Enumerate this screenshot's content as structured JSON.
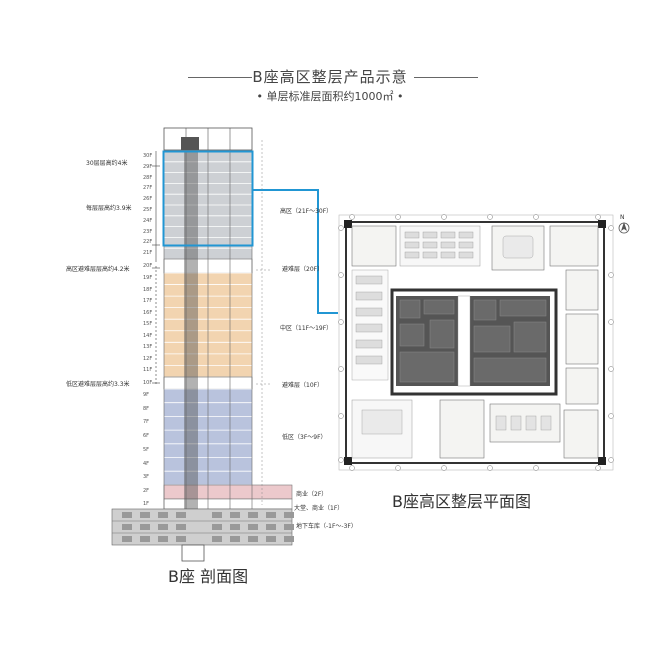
{
  "header": {
    "title": "B座高区整层产品示意",
    "subtitle": "• 单层标准层面积约1000㎡ •"
  },
  "section": {
    "caption": "B座 剖面图",
    "left_labels": [
      {
        "text": "30层层高约4米"
      },
      {
        "text": "每层层高约3.9米"
      },
      {
        "text": "高区避难层层高约4.2米"
      },
      {
        "text": "低区避难层层高约3.3米"
      }
    ],
    "floor_labels": [
      "30F",
      "29F",
      "28F",
      "27F",
      "26F",
      "25F",
      "24F",
      "23F",
      "22F",
      "21F",
      "20F",
      "19F",
      "18F",
      "17F",
      "16F",
      "15F",
      "14F",
      "13F",
      "12F",
      "11F",
      "10F",
      "9F",
      "8F",
      "7F",
      "6F",
      "5F",
      "4F",
      "3F",
      "2F",
      "1F"
    ],
    "right_labels": [
      {
        "text": "高区（21F～30F）"
      },
      {
        "text": "避难层（20F）"
      },
      {
        "text": "中区（11F～19F）"
      },
      {
        "text": "避难层（10F）"
      },
      {
        "text": "低区（3F～9F）"
      },
      {
        "text": "商业（2F）"
      },
      {
        "text": "大堂、商业（1F）"
      },
      {
        "text": "地下车库（-1F～-3F）"
      }
    ],
    "colors": {
      "high_zone_highlight": "#2196d3",
      "mid_zone": "#f2d4b0",
      "low_zone": "#b9c3dd",
      "commercial": "#ecc9cc",
      "core": "#4a4a4a"
    }
  },
  "plan": {
    "caption": "B座高区整层平面图",
    "north_label": "N"
  }
}
